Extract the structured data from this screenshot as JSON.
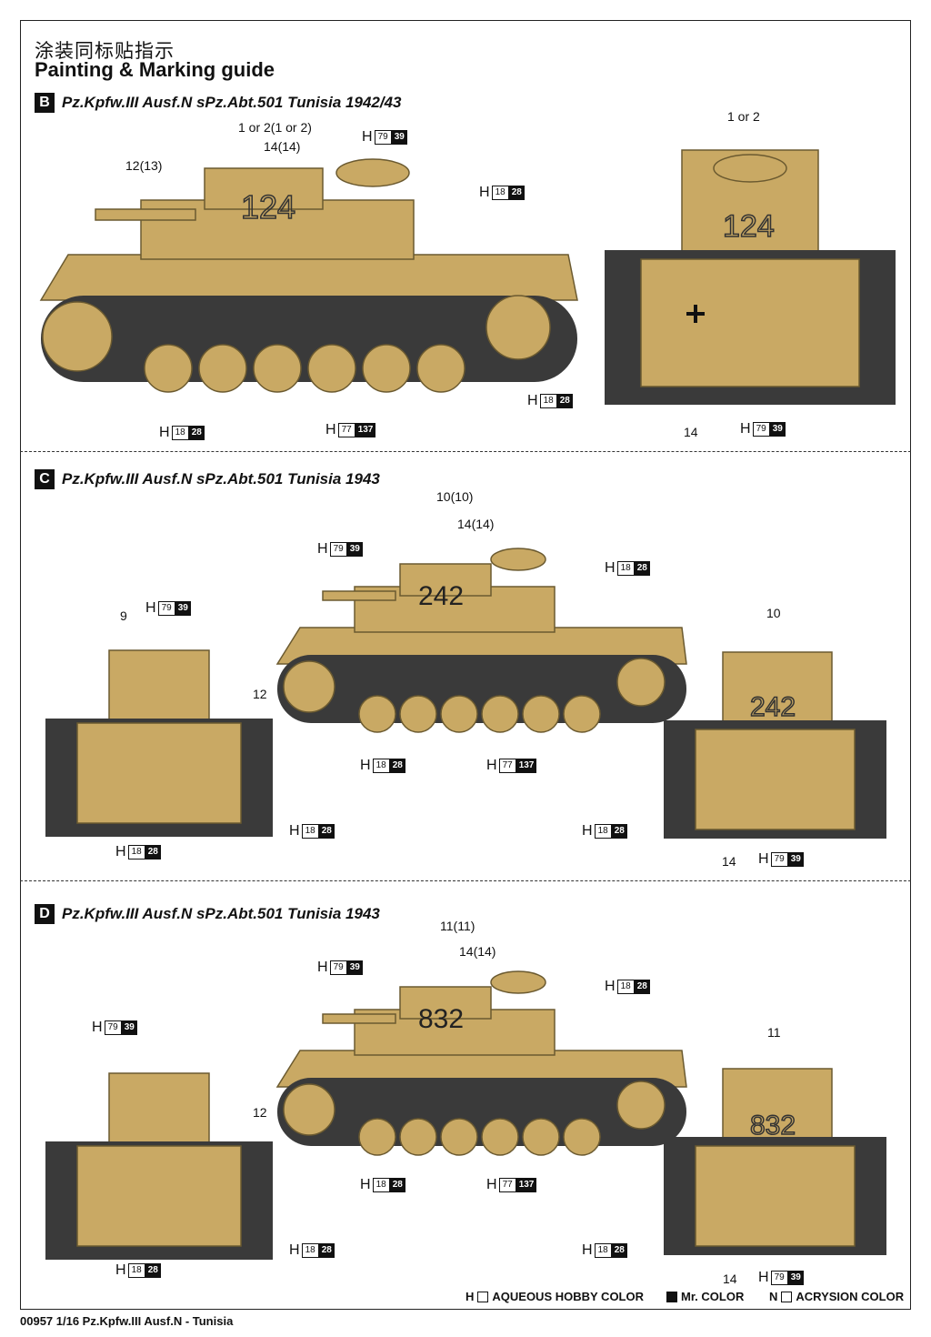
{
  "header": {
    "title_cn": "涂装同标贴指示",
    "title_en": "Painting & Marking guide"
  },
  "sections": [
    {
      "letter": "B",
      "title": "Pz.Kpfw.III Ausf.N sPz.Abt.501 Tunisia 1942/43",
      "turret_number": "124"
    },
    {
      "letter": "C",
      "title": "Pz.Kpfw.III Ausf.N sPz.Abt.501 Tunisia 1943",
      "turret_number": "242"
    },
    {
      "letter": "D",
      "title": "Pz.Kpfw.III Ausf.N sPz.Abt.501 Tunisia 1943",
      "turret_number": "832"
    }
  ],
  "callouts": {
    "b1": "1 or 2(1 or 2)",
    "b2": "14(14)",
    "b3": "12(13)",
    "b4": "1 or 2",
    "b5": "14",
    "c1": "10(10)",
    "c2": "14(14)",
    "c3": "9",
    "c4": "12",
    "c5": "10",
    "c6": "14",
    "d1": "11(11)",
    "d2": "14(14)",
    "d3": "12",
    "d4": "11",
    "d5": "14"
  },
  "colors": {
    "h": "H",
    "c79": "79",
    "c39": "39",
    "c18": "18",
    "c28": "28",
    "c77": "77",
    "c137": "137"
  },
  "legend": {
    "aqueous": "AQUEOUS HOBBY COLOR",
    "mr": "Mr. COLOR",
    "acrysion": "ACRYSION COLOR",
    "h": "H",
    "n": "N"
  },
  "footer": {
    "text": "00957  1/16  Pz.Kpfw.III Ausf.N - Tunisia"
  },
  "palette": {
    "sand": "#c9a964",
    "sand_dark": "#a98a4c",
    "track": "#3a3a3a"
  }
}
